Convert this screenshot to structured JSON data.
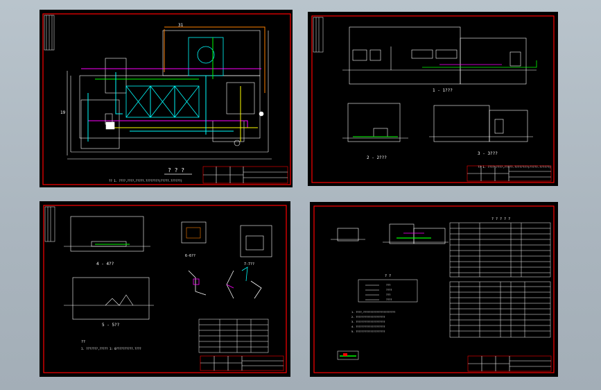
{
  "viewer": {
    "name": "CAD drawing thumbnail sheet",
    "background": "#aab5be"
  },
  "colors": {
    "frame": "#ff0000",
    "line": "#ffffff",
    "cyan": "#00ffff",
    "magenta": "#ff00ff",
    "yellow": "#ffff00",
    "green": "#00ff00",
    "orange": "#ff8000"
  },
  "sheets": [
    {
      "id": "sheet-1",
      "view_title": "? ? ?",
      "note": "?? 1. ????,????,?????.????????(?????.??????)",
      "dims": [
        "31",
        "19"
      ]
    },
    {
      "id": "sheet-2",
      "section_1": "1 - 1???",
      "section_2": "2 - 2???",
      "section_3": "3 - 3???",
      "note": "?? 1. ????,????,?????.????????(?????.??????)"
    },
    {
      "id": "sheet-3",
      "section_4": "4 - 4??",
      "section_5": "5 - 5??",
      "detail_1": "6-6??",
      "detail_2": "7-7??",
      "note_title": "??",
      "note": "1. ???????,????? 1: 0??????????.????"
    },
    {
      "id": "sheet-4",
      "table_title": "? ? ? ? ?",
      "legend_title": "? ?",
      "legend_items": [
        "???",
        "????",
        "???",
        "????"
      ],
      "notes": [
        "1. ????,??????????????????????",
        "2. ????????????????????",
        "3. ????????????????????",
        "4. ????????????????????",
        "5. ????????????????????"
      ]
    }
  ]
}
